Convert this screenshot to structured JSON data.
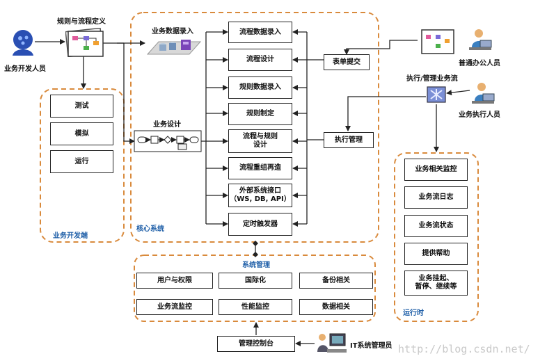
{
  "colors": {
    "dashed_border": "#d98a3c",
    "section_title": "#1f5fa8",
    "line": "#222222"
  },
  "actors": {
    "developer": "业务开发人员",
    "office_user": "普通办公人员",
    "executor": "业务执行人员",
    "it_admin": "IT系统管理员"
  },
  "top": {
    "rules_def": "规则与流程定义",
    "data_entry": "业务数据录入",
    "biz_design": "业务设计",
    "exec_flow": "执行/管理业务流"
  },
  "dev_area": {
    "title": "业务开发端",
    "items": [
      "测试",
      "模拟",
      "运行"
    ]
  },
  "core": {
    "title": "核心系统",
    "items": [
      "流程数据录入",
      "流程设计",
      "规则数据录入",
      "规则制定",
      "流程与规则\n设计",
      "流程重组再造",
      "外部系统接口\n（WS, DB, API）",
      "定时触发器"
    ],
    "form_submit": "表单提交",
    "exec_manage": "执行管理"
  },
  "sys_mgmt": {
    "title": "系统管理",
    "items": [
      "用户与权限",
      "国际化",
      "备份相关",
      "业务流监控",
      "性能监控",
      "数据相关"
    ]
  },
  "console": "管理控制台",
  "runtime": {
    "title": "运行时",
    "items": [
      "业务相关监控",
      "业务流日志",
      "业务流状态",
      "提供帮助",
      "业务挂起、\n暂停、继续等"
    ]
  },
  "watermark": "http://blog.csdn.net/",
  "icons": [
    "developer-icon",
    "flow-doc-icon",
    "database-icon",
    "office-user-icon",
    "executor-icon",
    "exec-engine-icon",
    "it-admin-icon"
  ]
}
